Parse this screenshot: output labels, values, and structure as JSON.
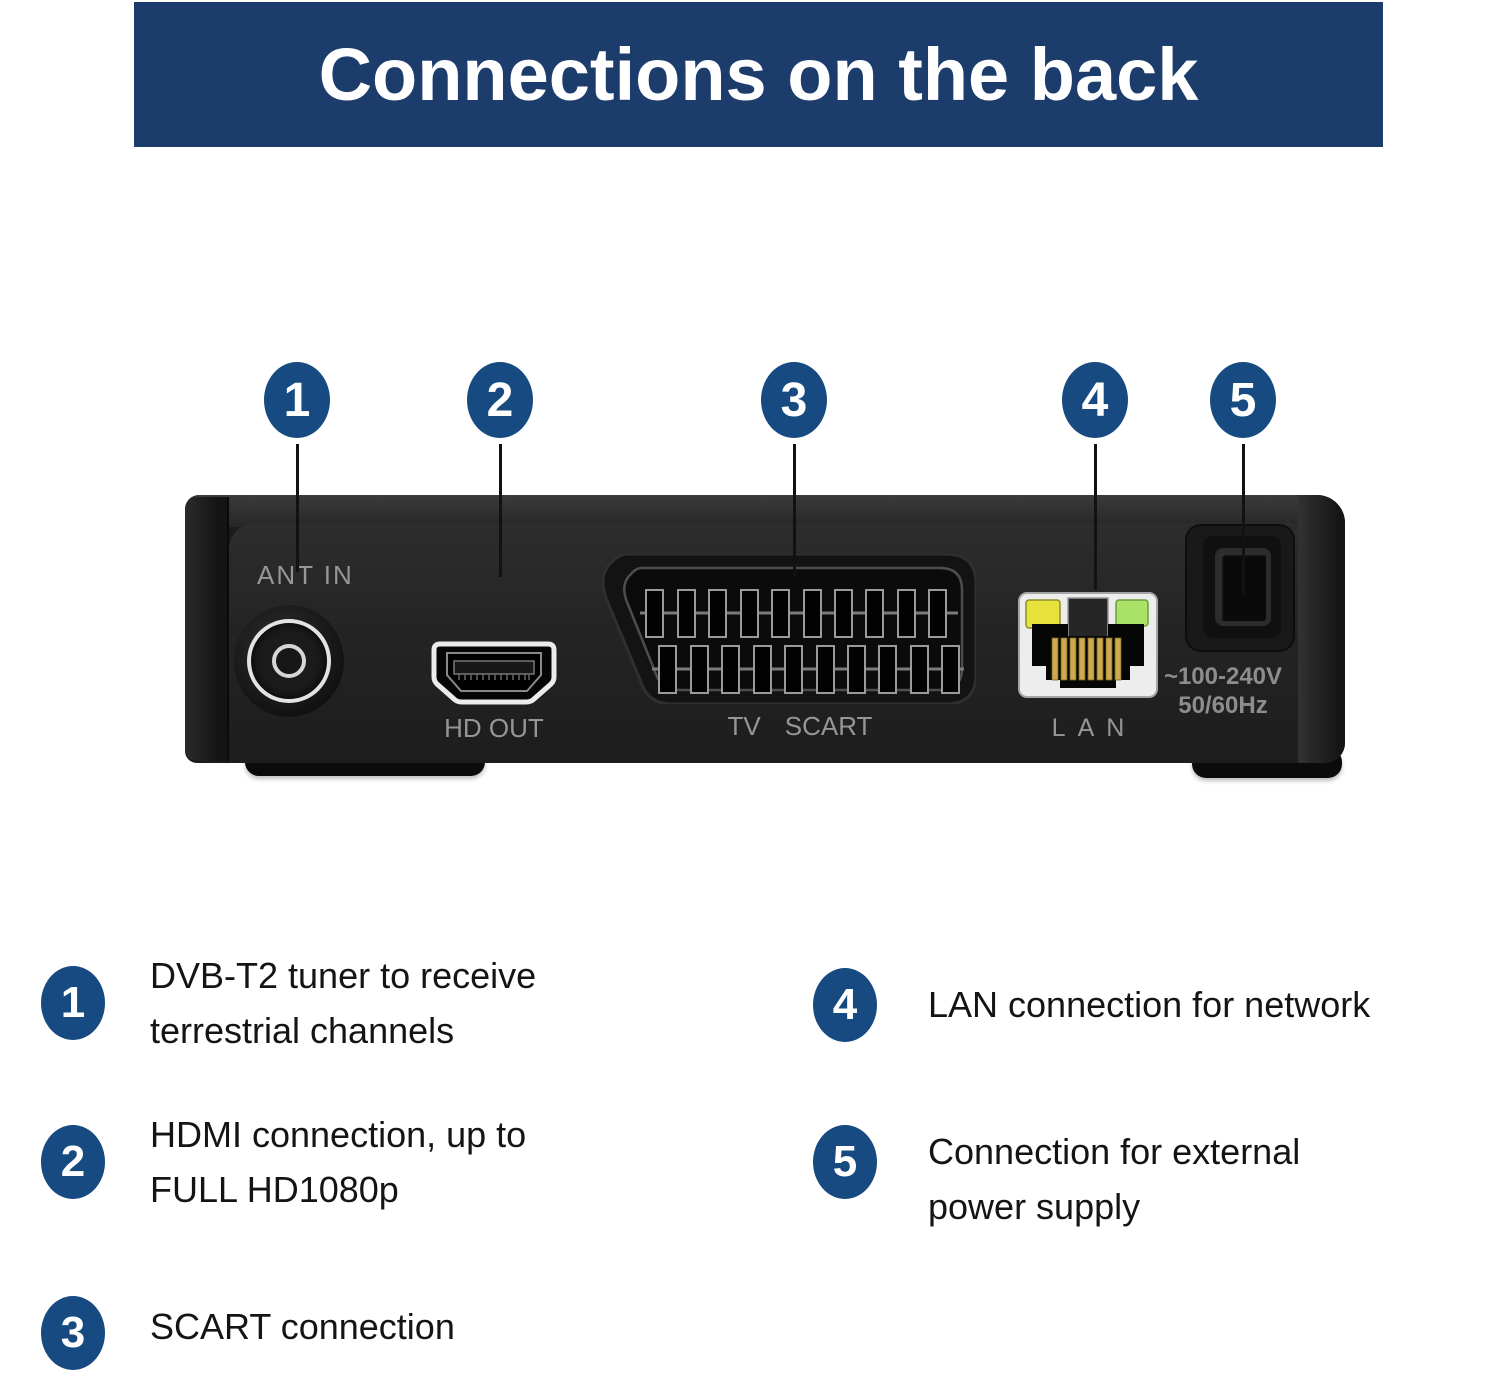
{
  "header": {
    "title": "Connections on the back"
  },
  "callouts": [
    "1",
    "2",
    "3",
    "4",
    "5"
  ],
  "device": {
    "ant_in_label": "ANT IN",
    "hd_out_label": "HD OUT",
    "tv_label": "TV",
    "scart_label": "SCART",
    "lan_label": "LAN",
    "voltage_line1": "~100-240V",
    "voltage_line2": "50/60Hz"
  },
  "legend": {
    "left": [
      {
        "number": "1",
        "lines": [
          "DVB-T2 tuner to receive",
          "terrestrial channels"
        ]
      },
      {
        "number": "2",
        "lines": [
          "HDMI connection, up to",
          "FULL HD1080p"
        ]
      },
      {
        "number": "3",
        "lines": [
          "SCART connection"
        ]
      }
    ],
    "right": [
      {
        "number": "4",
        "lines": [
          "LAN connection for network"
        ]
      },
      {
        "number": "5",
        "lines": [
          "Connection for external",
          "power supply"
        ]
      }
    ]
  },
  "colors": {
    "header_bg": "#1c3d6c",
    "badge_blue": "#164a80",
    "device_body": "#232323",
    "label_gray": "#969696",
    "led_yellow": "#e8e23c",
    "led_green": "#a9e266",
    "pin_gold": "#ccab4e"
  }
}
